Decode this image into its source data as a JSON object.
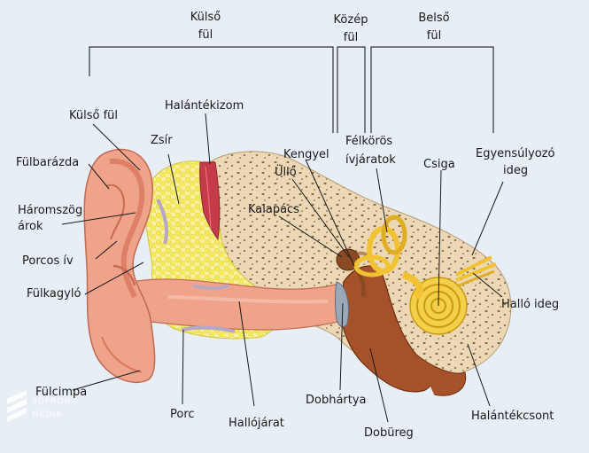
{
  "regions": {
    "outer": [
      "Külső",
      "fül"
    ],
    "middle": [
      "Közép",
      "fül"
    ],
    "inner": [
      "Belső",
      "fül"
    ]
  },
  "labels": {
    "kulso_ful": "Külső fül",
    "fulbarazda": "Fülbarázda",
    "haromszog_arok": [
      "Háromszög",
      "árok"
    ],
    "porcos_iv": "Porcos ív",
    "fulkagylo": "Fülkagyló",
    "fulcimpa": "Fülcimpa",
    "porc": "Porc",
    "hallojarat": "Hallójárat",
    "halantekizom": "Halántékizom",
    "zsir": "Zsír",
    "kengyel": "Kengyel",
    "ullo": "Üllő",
    "kalapacs": "Kalapács",
    "felkoros_ivjaratok": [
      "Félkörös",
      "ívjáratok"
    ],
    "csiga": "Csiga",
    "egyensulyozo_ideg": [
      "Egyensúlyozó",
      "ideg"
    ],
    "hallo_ideg": "Halló ideg",
    "dobhartya": "Dobhártya",
    "dobureg": "Dobüreg",
    "halantekcsont": "Halántékcsont"
  },
  "watermark": [
    "SOPRON",
    "MÉDIA"
  ],
  "colors": {
    "background": "#e7eef5",
    "skin": "#efa38a",
    "skin_dark": "#d9775f",
    "fat": "#f6ee5c",
    "bone": "#ecd8b4",
    "muscle": "#c53b4a",
    "inner_ear": "#f1c232",
    "middle_ear": "#a5522a",
    "eardrum": "#9aa8b8"
  }
}
